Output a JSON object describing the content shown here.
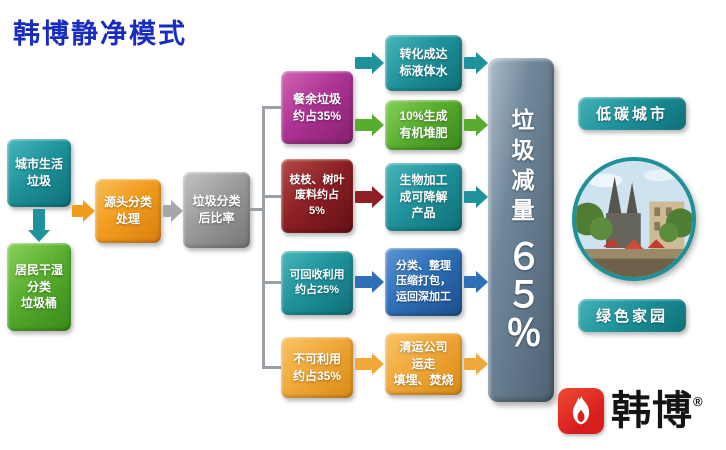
{
  "title": "韩博静净模式",
  "palette": {
    "title_blue": "#1a2cc0",
    "teal": "#1f939b",
    "green": "#58ad2e",
    "orange": "#f29c1e",
    "gray": "#9b9b9b",
    "magenta": "#ad3394",
    "dark_red": "#8e2026",
    "blue": "#2e6fb7",
    "amber": "#f0a83a",
    "slate": "#5e7386",
    "logo_red": "#df1f1f"
  },
  "flow": {
    "city_waste": "城市生活\n垃圾",
    "resident_bins": "居民干湿\n分类\n垃圾桶",
    "source_sort": "源头分类\n处理",
    "ratio": "垃圾分类\n后比率",
    "branches": {
      "food": "餐余垃圾\n约占35%",
      "leaves": "枝枝、树叶\n废料约占\n5%",
      "recyclable": "可回收利用\n约占25%",
      "unusable": "不可利用\n约占35%"
    },
    "outcomes": {
      "water": "转化成达\n标液体水",
      "compost": "10%生成\n有机堆肥",
      "biodegradable": "生物加工\n成可降解\n产品",
      "repack": "分类、整理\n压缩打包，\n运回深加工",
      "landfill": "清运公司\n运走\n填埋、焚烧"
    },
    "result_label": "垃圾减量",
    "result_percent": "６５％"
  },
  "right_panel": {
    "top": "低碳城市",
    "bottom": "绿色家园"
  },
  "logo": {
    "brand": "韩博",
    "registered": "®"
  }
}
